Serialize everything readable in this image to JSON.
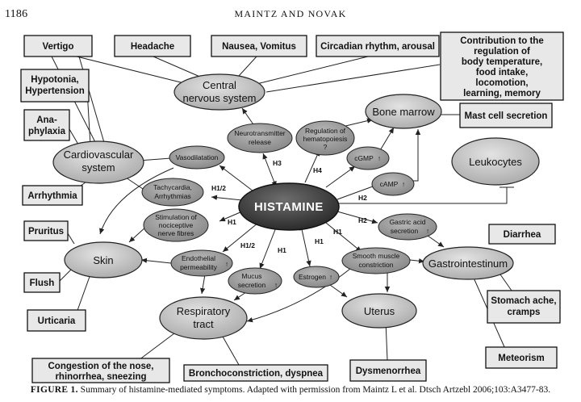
{
  "header": {
    "page_number": "1186",
    "running_title": "MAINTZ AND NOVAK"
  },
  "center": {
    "label": "HISTAMINE"
  },
  "organs": {
    "cns_line1": "Central",
    "cns_line2": "nervous system",
    "bone_marrow": "Bone marrow",
    "leukocytes": "Leukocytes",
    "cardio_line1": "Cardiovascular",
    "cardio_line2": "system",
    "skin": "Skin",
    "gastro": "Gastrointestinum",
    "uterus": "Uterus",
    "resp_line1": "Respiratory",
    "resp_line2": "tract"
  },
  "mechanisms": {
    "neurotransmitter_line1": "Neurotransmitter",
    "neurotransmitter_line2": "release",
    "hematopoiesis_line1": "Regulation of",
    "hematopoiesis_line2": "hematopoiesis",
    "hematopoiesis_line3": "?",
    "cgmp": "cGMP",
    "camp": "cAMP",
    "vasodilatation": "Vasodilatation",
    "tachy_line1": "Tachycardia,",
    "tachy_line2": "Arrhythmias",
    "noci_line1": "Stimulation of",
    "noci_line2": "nociceptive",
    "noci_line3": "nerve fibres",
    "endo_line1": "Endothelial",
    "endo_line2": "permeability",
    "mucus_line1": "Mucus",
    "mucus_line2": "secretion",
    "estrogen": "Estrogen",
    "smooth_line1": "Smooth muscle",
    "smooth_line2": "constriction",
    "gastric_line1": "Gastric acid",
    "gastric_line2": "secretion",
    "up_arrow": "↑"
  },
  "receptors": {
    "h1": "H1",
    "h2": "H2",
    "h3": "H3",
    "h4": "H4",
    "h1_h2": "H1/2"
  },
  "symptoms": {
    "vertigo": "Vertigo",
    "headache": "Headache",
    "nausea": "Nausea, Vomitus",
    "circadian": "Circadian rhythm, arousal",
    "contrib_line1": "Contribution to the",
    "contrib_line2": "regulation of",
    "contrib_line3": "body temperature,",
    "contrib_line4": "food intake,",
    "contrib_line5": "locomotion,",
    "contrib_line6": "learning, memory",
    "hypo_line1": "Hypotonia,",
    "hypo_line2": "Hypertension",
    "ana_line1": "Ana-",
    "ana_line2": "phylaxia",
    "arrhythmia": "Arrhythmia",
    "mast_cell": "Mast cell secretion",
    "pruritus": "Pruritus",
    "flush": "Flush",
    "urticaria": "Urticaria",
    "diarrhea": "Diarrhea",
    "stomach_line1": "Stomach ache,",
    "stomach_line2": "cramps",
    "meteorism": "Meteorism",
    "congestion_line1": "Congestion of the nose,",
    "congestion_line2": "rhinorrhea, sneezing",
    "broncho": "Bronchoconstriction, dyspnea",
    "dysmenorrhea": "Dysmenorrhea"
  },
  "caption": {
    "figure_label": "FIGURE 1.",
    "text": "Summary of histamine-mediated symptoms. Adapted with permission from Maintz L et al. Dtsch Artzebl 2006;103:A3477-83."
  }
}
